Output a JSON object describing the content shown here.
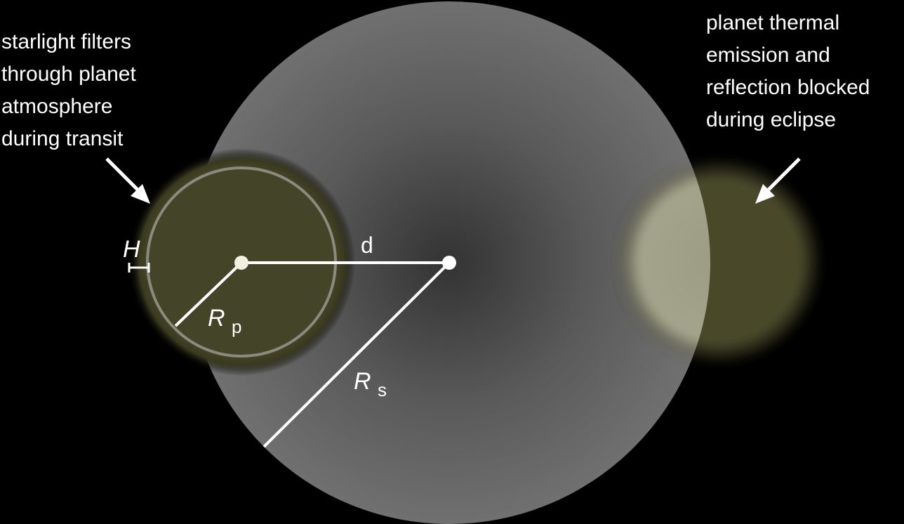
{
  "captions": {
    "transit": [
      "starlight filters",
      "through planet",
      "atmosphere",
      "during transit"
    ],
    "eclipse": [
      "planet thermal",
      "emission and",
      "reflection blocked",
      "during eclipse"
    ]
  },
  "labels": {
    "scale_height": "H",
    "separation": "d",
    "planet_radius_symbol": "R",
    "planet_radius_subscript": "p",
    "star_radius_symbol": "R",
    "star_radius_subscript": "s"
  },
  "colors": {
    "background": "#000000",
    "star_center": "#3a3a3a",
    "star_edge": "#6e6e6e",
    "planet_disk": "#444428",
    "atmosphere_glow": "#5a5a30",
    "eclipse_planet": "#4a4a2c",
    "eclipse_overlap": "#a8a890",
    "annotation": "#ffffff"
  }
}
